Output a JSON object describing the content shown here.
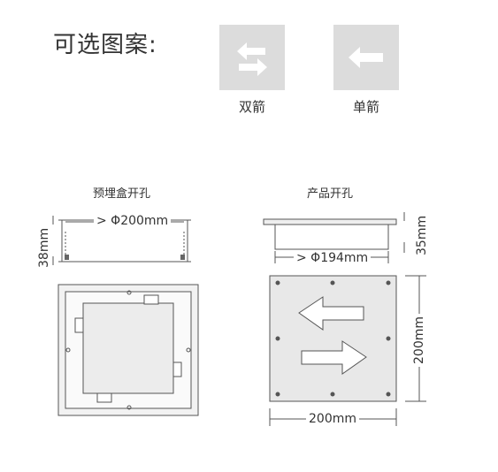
{
  "header": {
    "title": "可选图案:"
  },
  "options": [
    {
      "label": "双箭",
      "icon": "double-arrow-icon"
    },
    {
      "label": "单箭",
      "icon": "single-arrow-icon"
    }
  ],
  "left_section": {
    "label": "预埋盒开孔",
    "width_dim": "> Φ200mm",
    "height_dim": "38mm"
  },
  "right_section": {
    "label": "产品开孔",
    "width_dim": "> Φ194mm",
    "height_dim": "35mm",
    "front_width_dim": "200mm",
    "front_height_dim": "200mm"
  },
  "colors": {
    "tile_bg": "#dcdcdc",
    "line": "#555555",
    "panel": "#e8e8e8"
  }
}
